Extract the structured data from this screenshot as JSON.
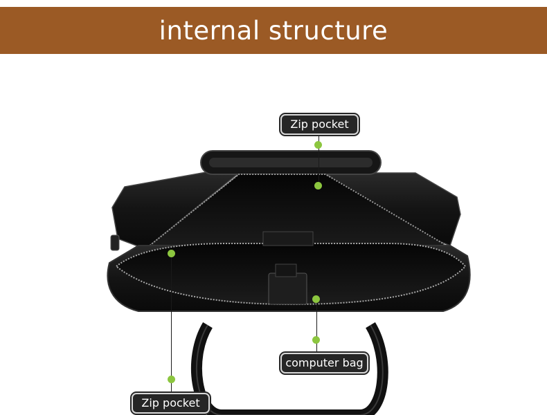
{
  "banner": {
    "title": "internal structure",
    "color": "#9b5a25"
  },
  "callouts": {
    "zip_pocket_top": "Zip pocket",
    "computer_bag": "computer bag",
    "zip_pocket_bottom": "Zip pocket"
  },
  "colors": {
    "dot": "#8cc63f",
    "label_bg": "#262626",
    "bag": "#161616"
  }
}
